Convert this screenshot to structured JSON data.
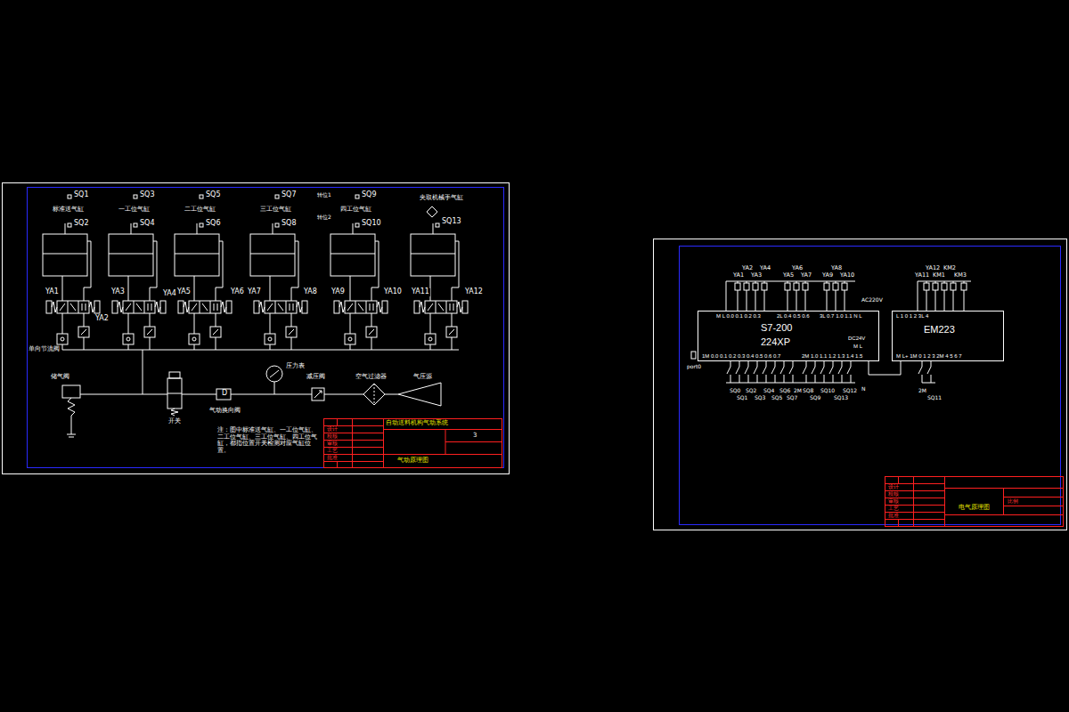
{
  "diagram": {
    "nodes": [
      {
        "text": [
          "M L 0.0 0.1 0.2 0.3",
          "2L 0.4 0.5 0.6",
          "3L 0.7 1.0 1.1 N L",
          "S7-200",
          "224XP",
          "DC24V",
          "M L",
          "1M 0.0 0.1 0.2 0.3 0.4 0.5 0.6 0.7",
          "2M 1.0 1.1 1.2 1.3 1.4 1.5"
        ]
      },
      {
        "text": [
          "L 1 0 1 2 3L 4",
          "EM223",
          "M L+ 1M 0 1 2 3 2M 4 5 6 7"
        ]
      }
    ],
    "edges": [
      {
        "from": 0,
        "to": 1,
        "arrow": "none"
      }
    ],
    "labels": [
      "SQ1",
      "SQ3",
      "SQ5",
      "SQ7",
      "SQ9",
      "转位1",
      "标准送气缸",
      "一工位气缸",
      "二工位气缸",
      "三工位气缸",
      "转位2",
      "四工位气缸",
      "夹取机械手气缸",
      "SQ2",
      "SQ4",
      "SQ6",
      "SQ8",
      "SQ10",
      "SQ13",
      "YA1",
      "YA3",
      "YA4",
      "YA2",
      "YA5",
      "YA6",
      "YA7",
      "YA8",
      "YA9",
      "YA10",
      "YA11",
      "YA12",
      "单向节流阀",
      "储气阀",
      "开关",
      "D",
      "气动换向阀",
      "压力表",
      "减压阀",
      "空气过滤器",
      "气压源",
      "注：图中标准送气缸、一工位气缸、二工位气缸、三工位气缸、四工位气缸，都指位置开关检测对应气缸位置。",
      "自动送料机构气动系统",
      "设计",
      "校核",
      "审核",
      "工艺",
      "批准",
      "3",
      "气动原理图",
      "YA2",
      "YA4",
      "YA6",
      "YA8",
      "YA1",
      "YA3",
      "YA5",
      "YA7",
      "YA9",
      "YA10",
      "AC220V",
      "port0",
      "SQ0",
      "SQ2",
      "SQ4",
      "SQ6",
      "2M",
      "SQ8",
      "SQ10",
      "SQ12",
      "SQ1",
      "SQ3",
      "SQ5",
      "SQ7",
      "SQ9",
      "SQ13",
      "N",
      "YA12",
      "KM2",
      "YA11",
      "KM1",
      "KM3",
      "2M",
      "SQ11",
      "设计",
      "校核",
      "审核",
      "工艺",
      "批准",
      "电气原理图",
      "比例"
    ]
  }
}
